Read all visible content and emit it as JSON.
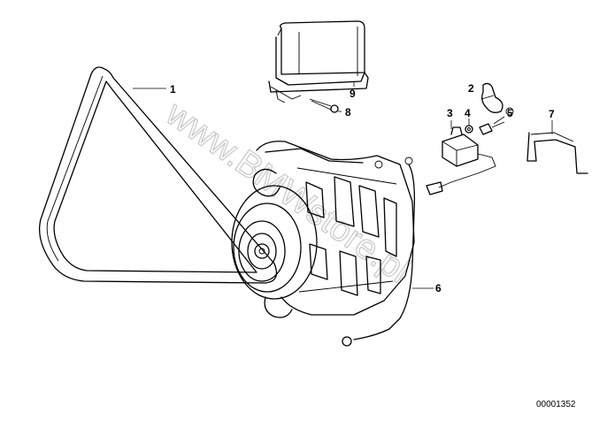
{
  "diagram": {
    "callouts": {
      "c1": "1",
      "c2": "2",
      "c3": "3",
      "c4": "4",
      "c5": "5",
      "c6": "6",
      "c7": "7",
      "c8": "8",
      "c9": "9"
    },
    "part_number": "00001352",
    "watermark": "www.BMWstore.pl"
  }
}
